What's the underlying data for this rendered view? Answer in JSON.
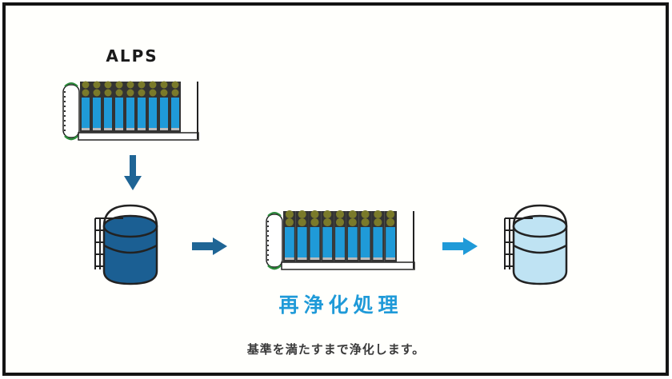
{
  "diagram": {
    "title": "ALPS",
    "process_label": "再浄化処理",
    "caption": "基準を満たすまで浄化します。",
    "flow": [
      {
        "step": "alps-unit",
        "icon": "filtration-unit-icon"
      },
      {
        "step": "arrow-down",
        "icon": "arrow-down-icon"
      },
      {
        "step": "untreated-tank",
        "icon": "storage-tank-icon",
        "water": "dark"
      },
      {
        "step": "arrow-right",
        "icon": "arrow-right-icon"
      },
      {
        "step": "re-purification-unit",
        "icon": "filtration-unit-icon"
      },
      {
        "step": "arrow-right",
        "icon": "arrow-right-icon"
      },
      {
        "step": "treated-tank",
        "icon": "storage-tank-icon",
        "water": "light"
      }
    ],
    "colors": {
      "frame": "#141414",
      "dark_water": "#1b5f93",
      "light_water": "#bfe3f3",
      "filter_blue": "#1f9ad8",
      "dark_arrow": "#1f6595",
      "light_arrow": "#1f9ad8",
      "process_text": "#1f9ad8",
      "cap_olive": "#7a7a2a",
      "base_green": "#2a8a3a"
    }
  }
}
